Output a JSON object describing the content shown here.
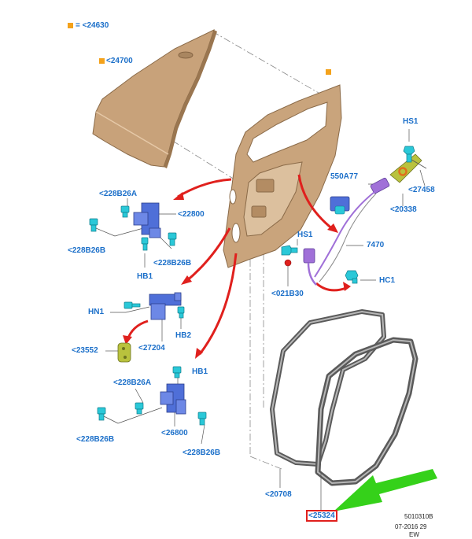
{
  "legend": {
    "marker_color": "#f4a21b",
    "text": "= <24630"
  },
  "colors": {
    "label_blue": "#1b6fc9",
    "part_cyan": "#2ac8d8",
    "bracket_blue": "#4f6fd8",
    "panel_tan": "#c8a27a",
    "arrow_red": "#e0201d",
    "arrow_green": "#35d11a",
    "cable_purple": "#a070d8",
    "grommet_olive": "#b9c23d"
  },
  "labels": {
    "panel": "<24700",
    "hs1_top": "HS1",
    "a550": "550A77",
    "c27458": "<27458",
    "c20338": "<20338",
    "c228b26a_1": "<228B26A",
    "c22800": "<22800",
    "c228b26b_1": "<228B26B",
    "c228b26b_2": "<228B26B",
    "hb1_1": "HB1",
    "hs1_mid": "HS1",
    "c7470": "7470",
    "c021b30": "<021B30",
    "hc1": "HC1",
    "hn1": "HN1",
    "hb2": "HB2",
    "c23552": "<23552",
    "c27204": "<27204",
    "hb1_2": "HB1",
    "c228b26a_2": "<228B26A",
    "c228b26b_3": "<228B26B",
    "c26800": "<26800",
    "c228b26b_4": "<228B26B",
    "c20708": "<20708",
    "c25324": "<25324"
  },
  "meta": {
    "code": "5010310B",
    "date": "07-2016 29",
    "tag": "EW"
  }
}
